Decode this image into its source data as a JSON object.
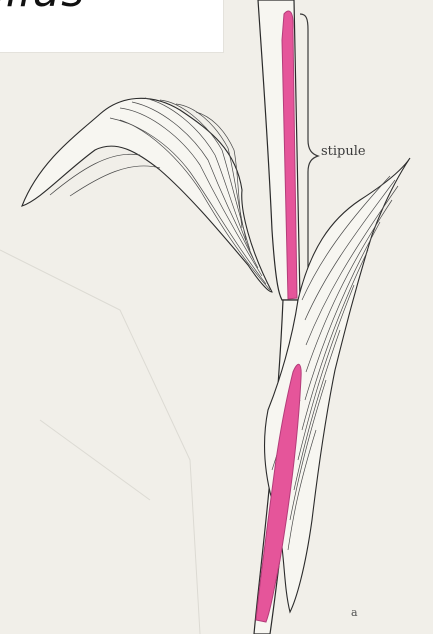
{
  "title": {
    "text": "olius"
  },
  "labels": {
    "stipule": "stipule",
    "figure_letter": "a"
  },
  "colors": {
    "background": "#f1efe9",
    "stipule_fill": "#e5559a",
    "ink": "#2b2b2b"
  }
}
